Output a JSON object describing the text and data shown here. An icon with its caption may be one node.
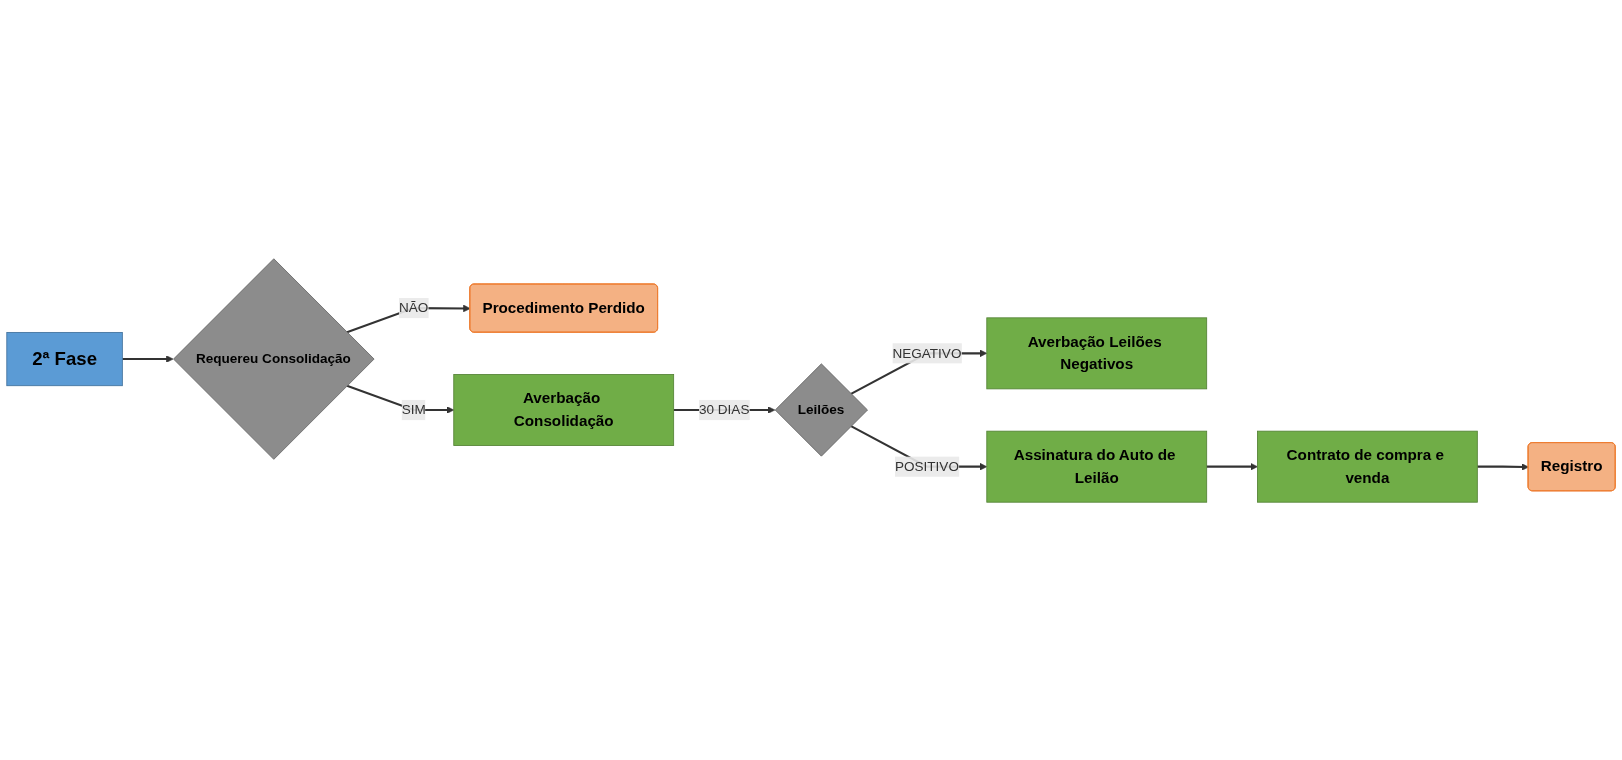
{
  "diagram": {
    "nodes": [
      {
        "text": [
          "2ª Fase"
        ]
      },
      {
        "text": [
          "Requereu Consolidação"
        ]
      },
      {
        "text": [
          "Procedimento Perdido"
        ]
      },
      {
        "text": [
          "Averbação Consolidação"
        ]
      },
      {
        "text": [
          "Leilões"
        ]
      },
      {
        "text": [
          "Averbação Leilões Negativos"
        ]
      },
      {
        "text": [
          "Assinatura do Auto de Leilão"
        ]
      },
      {
        "text": [
          "Contrato de compra e venda"
        ]
      },
      {
        "text": [
          "Registro"
        ]
      }
    ],
    "edges": [
      {
        "from": 0,
        "to": 1,
        "arrow": "to"
      },
      {
        "from": 1,
        "to": 2,
        "arrow": "to",
        "label": "NÃO"
      },
      {
        "from": 1,
        "to": 3,
        "arrow": "to",
        "label": "SIM"
      },
      {
        "from": 3,
        "to": 4,
        "arrow": "to",
        "label": "30 DIAS"
      },
      {
        "from": 4,
        "to": 5,
        "arrow": "to",
        "label": "NEGATIVO"
      },
      {
        "from": 4,
        "to": 6,
        "arrow": "to",
        "label": "POSITIVO"
      },
      {
        "from": 6,
        "to": 7,
        "arrow": "to"
      },
      {
        "from": 7,
        "to": 8,
        "arrow": "to"
      }
    ]
  }
}
